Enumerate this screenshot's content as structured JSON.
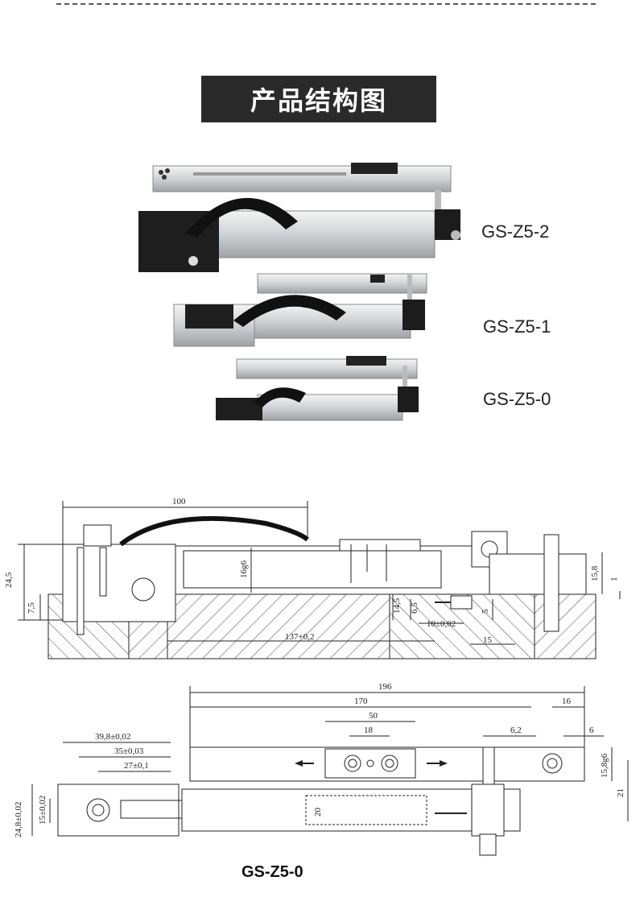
{
  "header": {
    "title": "产品结构图"
  },
  "models": [
    {
      "label": "GS-Z5-2"
    },
    {
      "label": "GS-Z5-1"
    },
    {
      "label": "GS-Z5-0"
    }
  ],
  "drawing1": {
    "dims": {
      "d100": "100",
      "d245": "24,5",
      "d75": "7,5",
      "d16g6": "16g6",
      "d145": "14,5",
      "d65": "6,5",
      "d10": "10±0,02",
      "d137": "137+0,2",
      "d15": "15",
      "d5": "5",
      "d158": "15,8",
      "d1": "1"
    }
  },
  "drawing2": {
    "dims": {
      "d196": "196",
      "d170": "170",
      "d16": "16",
      "d50": "50",
      "d18": "18",
      "d62": "6,2",
      "d6": "6",
      "d398": "39,8±0,02",
      "d35": "35±0,03",
      "d27": "27±0,1",
      "d158g6": "15,8g6",
      "d21": "21",
      "d248": "24,8±0,02",
      "d15b": "15±0,02",
      "d20": "20"
    }
  },
  "footer": {
    "label": "GS-Z5-0"
  }
}
